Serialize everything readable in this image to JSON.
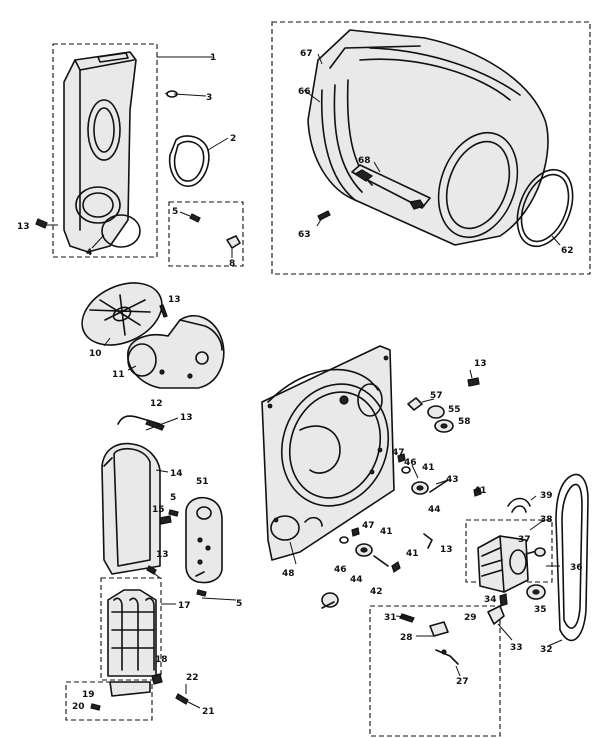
{
  "diagram": {
    "callouts": {
      "c1": "1",
      "c2": "2",
      "c3": "3",
      "c4": "4",
      "c5a": "5",
      "c5b": "5",
      "c5c": "5",
      "c8": "8",
      "c10": "10",
      "c11": "11",
      "c12": "12",
      "c13a": "13",
      "c13b": "13",
      "c13c": "13",
      "c13d": "13",
      "c13e": "13",
      "c13f": "13",
      "c14": "14",
      "c15": "15",
      "c17": "17",
      "c18": "18",
      "c19": "19",
      "c20": "20",
      "c21": "21",
      "c22": "22",
      "c27": "27",
      "c28": "28",
      "c29": "29",
      "c31": "31",
      "c32": "32",
      "c33": "33",
      "c34": "34",
      "c35": "35",
      "c36": "36",
      "c37": "37",
      "c38": "38",
      "c39": "39",
      "c41a": "41",
      "c41b": "41",
      "c41c": "41",
      "c41d": "41",
      "c42": "42",
      "c43": "43",
      "c44a": "44",
      "c44b": "44",
      "c46a": "46",
      "c46b": "46",
      "c47a": "47",
      "c47b": "47",
      "c48": "48",
      "c51": "51",
      "c55": "55",
      "c57": "57",
      "c58": "58",
      "c62": "62",
      "c63": "63",
      "c66": "66",
      "c67": "67",
      "c68": "68"
    }
  }
}
